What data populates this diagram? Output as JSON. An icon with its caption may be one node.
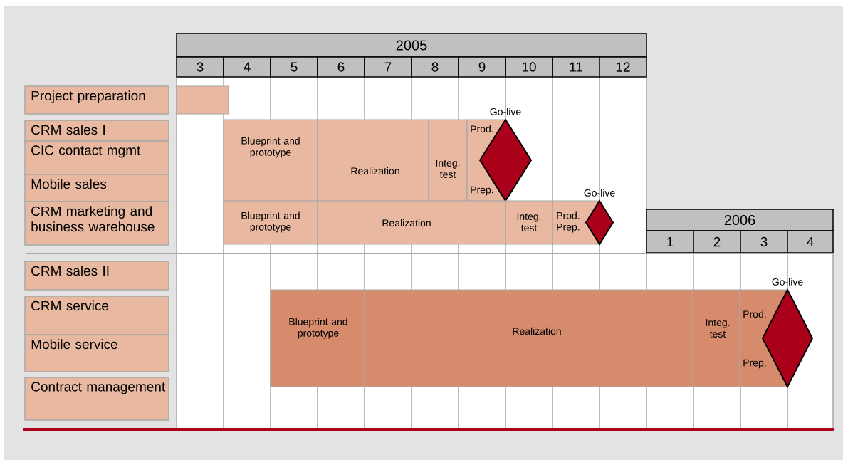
{
  "diagram": {
    "nodes": [
      {
        "text": [
          "2005"
        ]
      },
      {
        "text": [
          "3"
        ]
      },
      {
        "text": [
          "4"
        ]
      },
      {
        "text": [
          "5"
        ]
      },
      {
        "text": [
          "6"
        ]
      },
      {
        "text": [
          "7"
        ]
      },
      {
        "text": [
          "8"
        ]
      },
      {
        "text": [
          "9"
        ]
      },
      {
        "text": [
          "10"
        ]
      },
      {
        "text": [
          "11"
        ]
      },
      {
        "text": [
          "12"
        ]
      },
      {
        "text": [
          "2006"
        ]
      },
      {
        "text": [
          "1"
        ]
      },
      {
        "text": [
          "2"
        ]
      },
      {
        "text": [
          "3"
        ]
      },
      {
        "text": [
          "4"
        ]
      },
      {
        "text": [
          "Project preparation"
        ]
      },
      {
        "text": [
          "CRM sales I"
        ]
      },
      {
        "text": [
          "CIC contact mgmt"
        ]
      },
      {
        "text": [
          "Mobile sales"
        ]
      },
      {
        "text": [
          "CRM marketing and business warehouse"
        ]
      },
      {
        "text": [
          "CRM sales II"
        ]
      },
      {
        "text": [
          "CRM service"
        ]
      },
      {
        "text": [
          "Mobile service"
        ]
      },
      {
        "text": [
          "Contract management"
        ]
      },
      {
        "text": [],
        "shape": "bar"
      },
      {
        "text": [
          "Blueprint and prototype"
        ]
      },
      {
        "text": [
          "Realization"
        ]
      },
      {
        "text": [
          "Integ. test"
        ]
      },
      {
        "text": [
          "Prod.",
          "Prep."
        ]
      },
      {
        "text": [],
        "shape": "diamond",
        "beside": [
          "Go-live"
        ]
      },
      {
        "text": [
          "Blueprint and prototype"
        ]
      },
      {
        "text": [
          "Realization"
        ]
      },
      {
        "text": [
          "Integ. test"
        ]
      },
      {
        "text": [
          "Prod. Prep."
        ]
      },
      {
        "text": [],
        "shape": "diamond",
        "beside": [
          "Go-live"
        ]
      },
      {
        "text": [
          "Blueprint and prototype"
        ]
      },
      {
        "text": [
          "Realization"
        ]
      },
      {
        "text": [
          "Integ. test"
        ]
      },
      {
        "text": [
          "Prod.",
          "Prep."
        ]
      },
      {
        "text": [],
        "shape": "diamond",
        "beside": [
          "Go-live"
        ]
      }
    ]
  }
}
